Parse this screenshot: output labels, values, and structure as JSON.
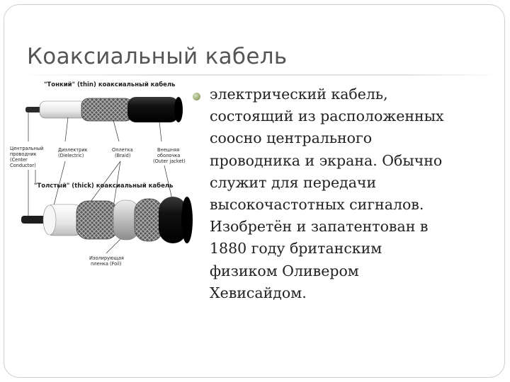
{
  "slide": {
    "title": "Коаксиальный кабель",
    "bullet_text": "электрический кабель,\nсостоящий из расположенных\nсоосно центрального\nпроводника и экрана. Обычно\nслужит для передачи\nвысокочастотных сигналов.\nИзобретён и запатентован в\n1880 году британским\nфизиком Оливером\nХевисайдом."
  },
  "figure": {
    "thin_title": "\"Тонкий\" (thin) коаксиальный кабель",
    "thick_title": "\"Толстый\" (thick) коаксиальный кабель",
    "labels": {
      "center_line1": "Центральный",
      "center_line2": "проводник",
      "center_line3": "(Center",
      "center_line4": "Conductor)",
      "dielectric_line1": "Диэлектрик",
      "dielectric_line2": "(Dielectric)",
      "braid_line1": "Оплетка",
      "braid_line2": "(Braid)",
      "jacket_line1": "Внешняя",
      "jacket_line2": "оболочка",
      "jacket_line3": "(Outer jacket)",
      "foil_line1": "Изолирующая",
      "foil_line2": "пленка (Foil)"
    },
    "colors": {
      "conductor": "#9a9a9a",
      "dielectric": "#f2f2f2",
      "braid": "#6e6e6e",
      "jacket": "#1a1a1a",
      "foil": "#c8c8c8"
    }
  }
}
